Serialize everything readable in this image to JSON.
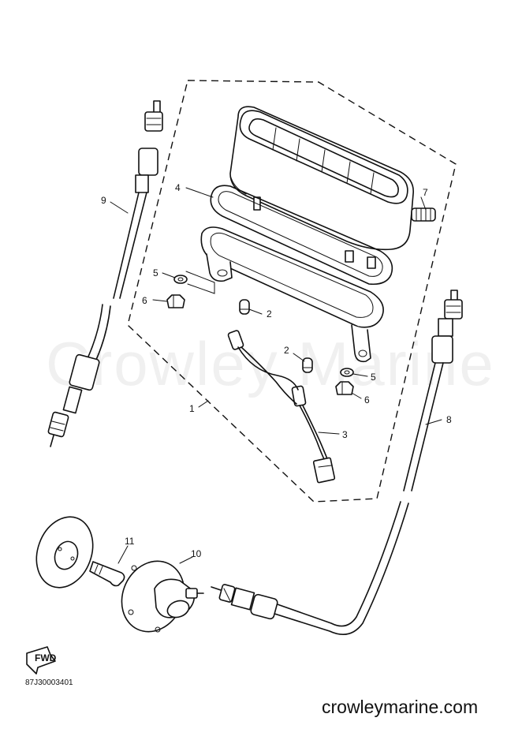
{
  "callouts": {
    "c1": "1",
    "c2a": "2",
    "c2b": "2",
    "c3": "3",
    "c4": "4",
    "c5a": "5",
    "c5b": "5",
    "c6a": "6",
    "c6b": "6",
    "c7": "7",
    "c8": "8",
    "c9": "9",
    "c10": "10",
    "c11": "11"
  },
  "fwd_label": "FWD",
  "diagram_code": "87J30003401",
  "watermark": "Crowley Marine",
  "website": "crowleymarine.com"
}
